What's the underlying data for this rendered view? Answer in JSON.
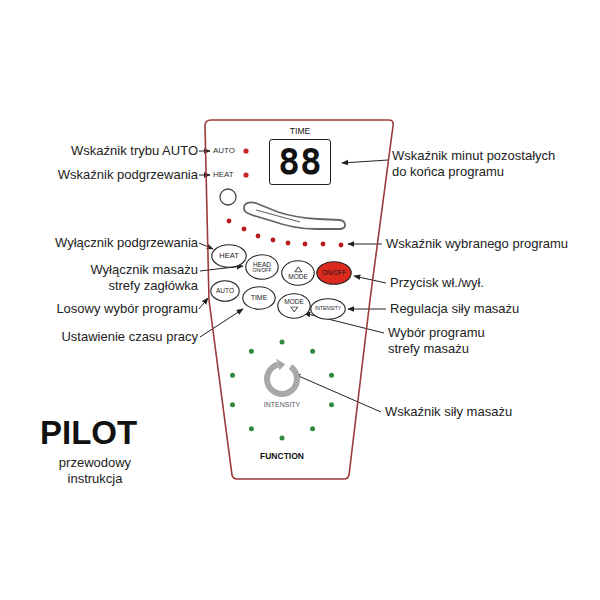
{
  "diagram": {
    "nodes": [
      {
        "text": [
          "FUNCTION"
        ]
      },
      {
        "text": [
          "TIME",
          "88"
        ],
        "in": 0
      },
      {
        "text": [
          "HEAT"
        ],
        "in": 0
      },
      {
        "text": [
          "HEAD",
          "ON/OFF"
        ],
        "in": 0
      },
      {
        "text": [
          "MODE"
        ],
        "in": 0
      },
      {
        "text": [
          "ON/OFF"
        ],
        "in": 0
      },
      {
        "text": [
          "AUTO"
        ],
        "in": 0
      },
      {
        "text": [
          "TIME"
        ],
        "in": 0
      },
      {
        "text": [
          "MODE"
        ],
        "in": 0
      },
      {
        "text": [
          "INTENSITY"
        ],
        "in": 0
      },
      {
        "text": [
          "INTENSITY"
        ],
        "in": 0
      }
    ],
    "labels": [
      "AUTO",
      "HEAT",
      "Wskaźnik trybu AUTO",
      "Wskaźnik podgrzewania",
      "Wyłącznik podgrzewania",
      "Wyłącznik masażu strefy zagłówka",
      "Losowy wybór programu",
      "Ustawienie czasu pracy",
      "Wskaźnik minut pozostałych do końca programu",
      "Wskaźnik wybranego programu",
      "Przycisk wł./wył.",
      "Regulacja siły masażu",
      "Wybór programu strefy masażu",
      "Wskaźnik siły masażu",
      "PILOT",
      "przewodowy instrukcja"
    ]
  }
}
